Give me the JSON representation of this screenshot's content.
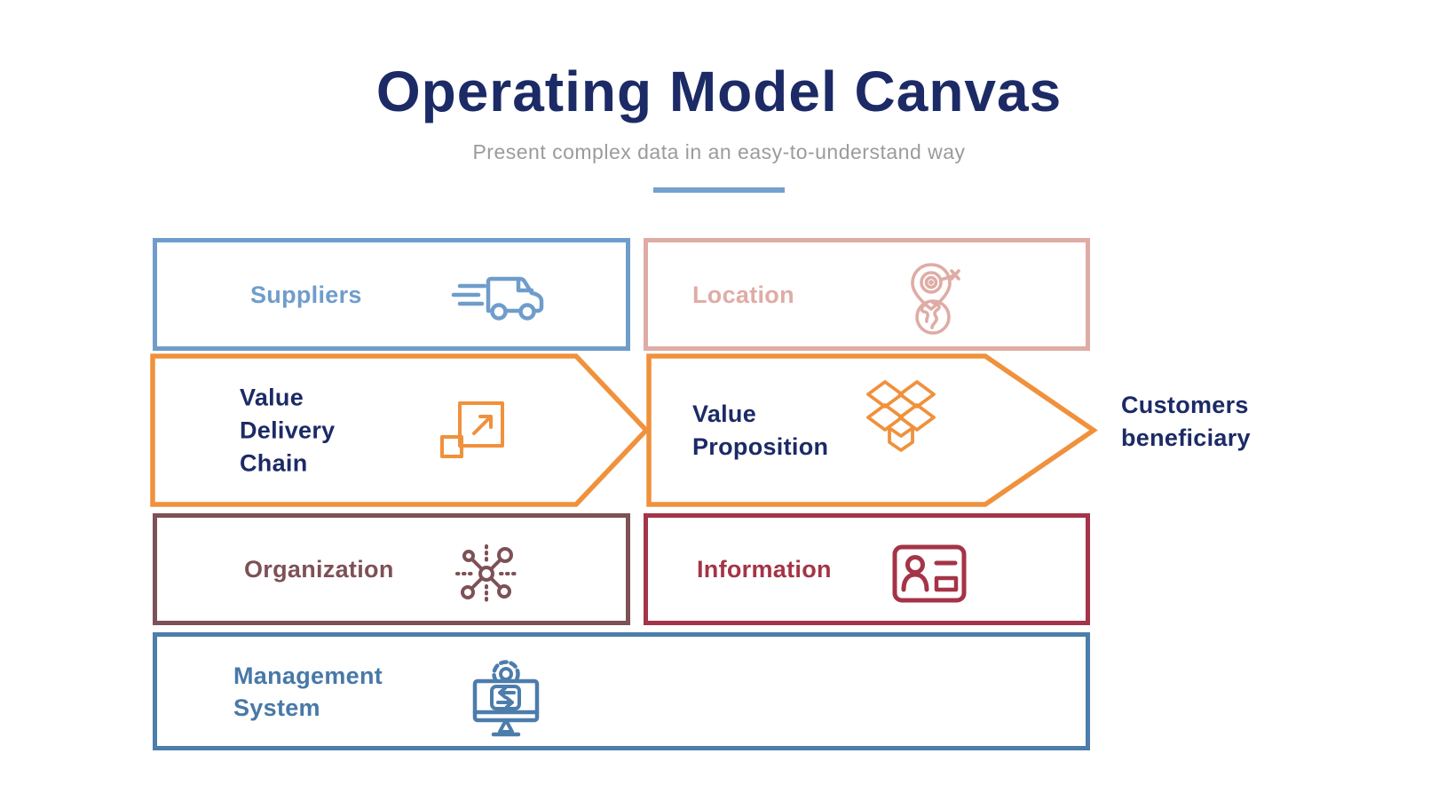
{
  "header": {
    "title": "Operating Model Canvas",
    "subtitle": "Present complex data in an easy-to-understand way"
  },
  "colors": {
    "title_navy": "#1c2a66",
    "subtitle_gray": "#9b9b9b",
    "divider_blue": "#74a0cf",
    "suppliers_blue": "#6f9dcb",
    "location_pink": "#dfaca5",
    "arrow_orange": "#f0913c",
    "organization_maroon": "#7d5156",
    "information_crimson": "#a43447",
    "management_blue": "#4c7dab",
    "arrow_label_navy": "#1c2a66"
  },
  "cells": {
    "suppliers": {
      "label": "Suppliers",
      "icon": "delivery-truck-icon"
    },
    "location": {
      "label": "Location",
      "icon": "location-pin-globe-icon"
    },
    "value_delivery_chain": {
      "lines": [
        "Value",
        "Delivery",
        "Chain"
      ],
      "icon": "expand-squares-icon"
    },
    "value_proposition": {
      "lines": [
        "Value",
        "Proposition"
      ],
      "icon": "open-box-icon"
    },
    "customers_beneficiary": {
      "lines": [
        "Customers",
        "beneficiary"
      ]
    },
    "organization": {
      "label": "Organization",
      "icon": "network-hub-icon"
    },
    "information": {
      "label": "Information",
      "icon": "id-card-icon"
    },
    "management_system": {
      "lines": [
        "Management",
        "System"
      ],
      "icon": "monitor-gear-sync-icon"
    }
  }
}
